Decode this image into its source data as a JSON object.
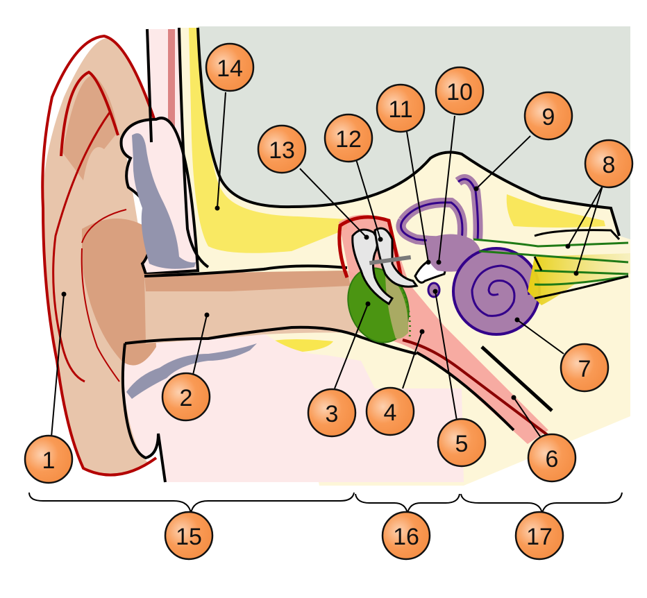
{
  "diagram": {
    "subject": "Anatomy of the human ear",
    "colors": {
      "background": "#ffffff",
      "cranial_cavity": "#dde3dc",
      "bone_light": "#fdf6d8",
      "bone_yellow": "#f8e64f",
      "skin_pink": "#fde9e9",
      "auricle_light": "#e8c5ab",
      "auricle_dark": "#d9a07f",
      "cartilage_gray": "#9394ad",
      "outline_red": "#b30000",
      "tympanum_green": "#4b9512",
      "tympanum_olive": "#a9aa63",
      "middle_ear_red": "#f6a39c",
      "inner_ear_purple": "#a87daa",
      "inner_ear_outline": "#33008a",
      "nerve_green": "#1f7a16",
      "ossicle_gray": "#e6e6e6",
      "callout_fill": "#f99a55",
      "callout_stroke": "#111111"
    },
    "callouts": [
      {
        "id": "1",
        "label": "1"
      },
      {
        "id": "2",
        "label": "2"
      },
      {
        "id": "3",
        "label": "3"
      },
      {
        "id": "4",
        "label": "4"
      },
      {
        "id": "5",
        "label": "5"
      },
      {
        "id": "6",
        "label": "6"
      },
      {
        "id": "7",
        "label": "7"
      },
      {
        "id": "8",
        "label": "8"
      },
      {
        "id": "9",
        "label": "9"
      },
      {
        "id": "10",
        "label": "10"
      },
      {
        "id": "11",
        "label": "11"
      },
      {
        "id": "12",
        "label": "12"
      },
      {
        "id": "13",
        "label": "13"
      },
      {
        "id": "14",
        "label": "14"
      },
      {
        "id": "15",
        "label": "15"
      },
      {
        "id": "16",
        "label": "16"
      },
      {
        "id": "17",
        "label": "17"
      }
    ]
  }
}
